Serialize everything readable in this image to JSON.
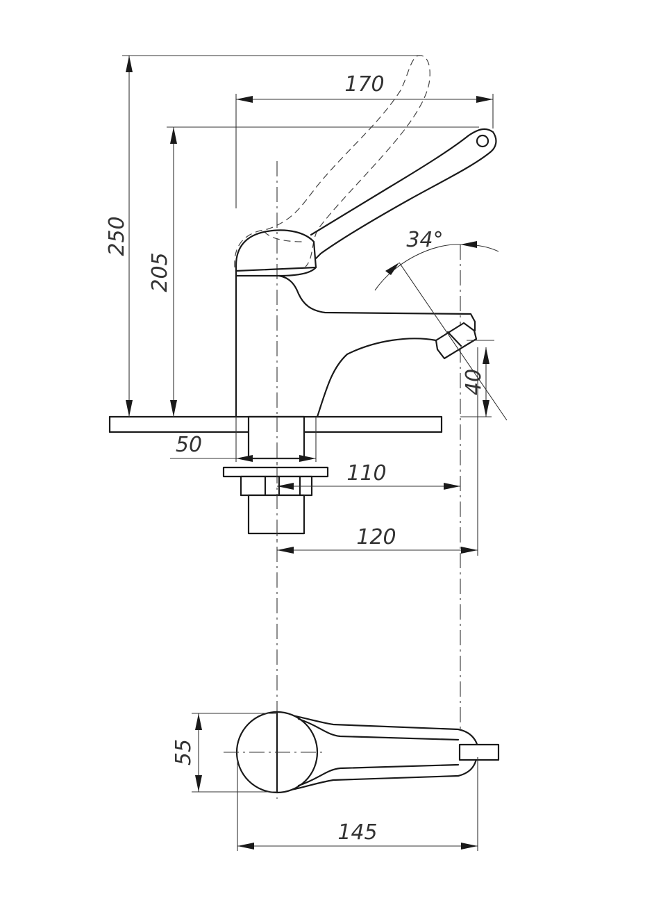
{
  "dimensions": {
    "total_height": "250",
    "lever_height": "205",
    "lever_reach": "170",
    "lever_angle": "34°",
    "spout_height": "40",
    "base_diameter": "50",
    "spout_reach_110": "110",
    "spout_reach_120": "120",
    "plan_width": "55",
    "plan_length": "145"
  }
}
